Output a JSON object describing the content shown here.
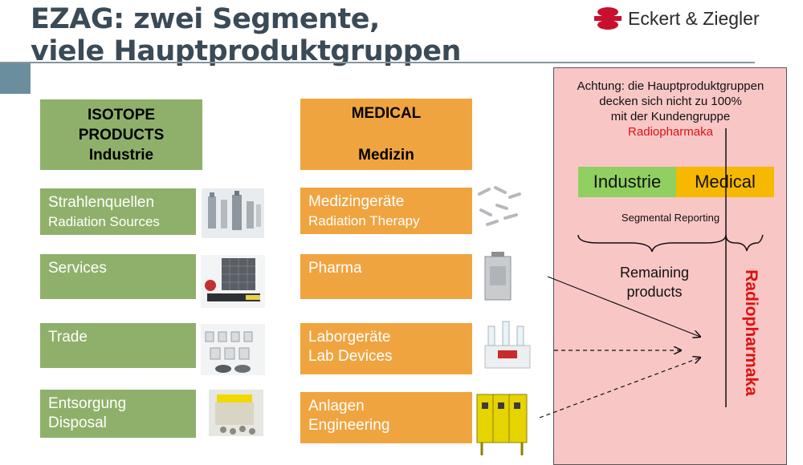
{
  "slide": {
    "title_line1": "EZAG: zwei Segmente,",
    "title_line2": "viele Hauptproduktgruppen",
    "logo_text": "Eckert & Ziegler"
  },
  "isotope": {
    "header_line1": "ISOTOPE",
    "header_line2": "PRODUCTS",
    "header_line3": "Industrie",
    "items": [
      {
        "line1": "Strahlenquellen",
        "line2": "Radiation Sources"
      },
      {
        "line1": "Services",
        "line2": ""
      },
      {
        "line1": "Trade",
        "line2": ""
      },
      {
        "line1": "Entsorgung",
        "line2": "Disposal"
      }
    ]
  },
  "medical": {
    "header_line1": "MEDICAL",
    "header_line2": "Medizin",
    "items": [
      {
        "line1": "Medizingeräte",
        "line2": "Radiation Therapy"
      },
      {
        "line1": "Pharma",
        "line2": ""
      },
      {
        "line1": "Laborgeräte",
        "line2": "Lab Devices"
      },
      {
        "line1": "Anlagen",
        "line2": "Engineering"
      }
    ]
  },
  "panel": {
    "note_line1": "Achtung: die Hauptproduktgruppen",
    "note_line2": "decken sich nicht zu 100%",
    "note_line3": "mit der Kundengruppe",
    "note_line4": "Radiopharmaka",
    "segment_industrie": "Industrie",
    "segment_medical": "Medical",
    "segmental_reporting": "Segmental Reporting",
    "remaining_line1": "Remaining",
    "remaining_line2": "products",
    "radiopharmaka_vertical": "Radiopharmaka"
  },
  "colors": {
    "green": "#8fb06b",
    "orange": "#f0a440",
    "panel_pink": "#f9c6c6",
    "industrie_green": "#8fd060",
    "medical_yellow": "#f6b800",
    "accent_red": "#e01010",
    "title_slate": "#3b4a57"
  }
}
